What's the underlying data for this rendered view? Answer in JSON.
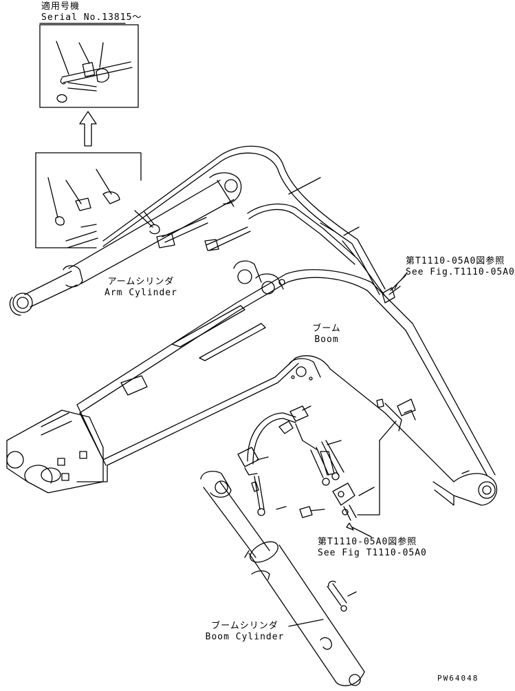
{
  "inset": {
    "heading_jp": "適用号機",
    "heading_serial": "Serial No.13815～"
  },
  "labels": {
    "arm_cylinder_jp": "アームシリンダ",
    "arm_cylinder_en": "Arm Cylinder",
    "boom_jp": "ブーム",
    "boom_en": "Boom",
    "boom_cylinder_jp": "ブームシリンダ",
    "boom_cylinder_en": "Boom Cylinder"
  },
  "references": {
    "upper_jp": "第T1110-05A0図参照",
    "upper_en": "See Fig.T1110-05A0",
    "lower_jp": "第T1110-05A0図参照",
    "lower_en": "See Fig T1110-05A0"
  },
  "drawing_code": "PW64048",
  "colors": {
    "line": "#000000",
    "background": "#ffffff"
  }
}
